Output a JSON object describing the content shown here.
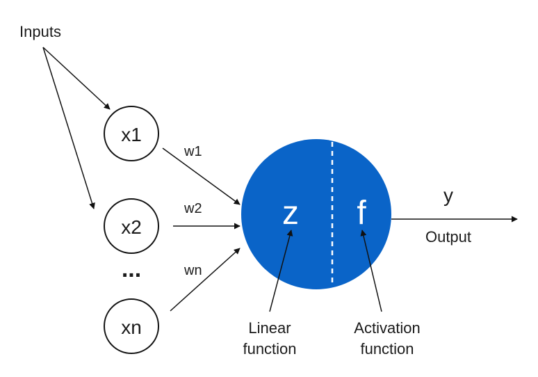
{
  "diagram": {
    "inputs_label": "Inputs",
    "nodes": {
      "x1": "x1",
      "x2": "x2",
      "xn": "xn"
    },
    "ellipsis": "...",
    "weights": {
      "w1": "w1",
      "w2": "w2",
      "wn": "wn"
    },
    "neuron": {
      "linear_symbol": "z",
      "activation_symbol": "f",
      "color": "#0a64c8"
    },
    "output": {
      "symbol": "y",
      "label": "Output"
    },
    "annotations": {
      "linear_line1": "Linear",
      "linear_line2": "function",
      "activation_line1": "Activation",
      "activation_line2": "function"
    }
  }
}
